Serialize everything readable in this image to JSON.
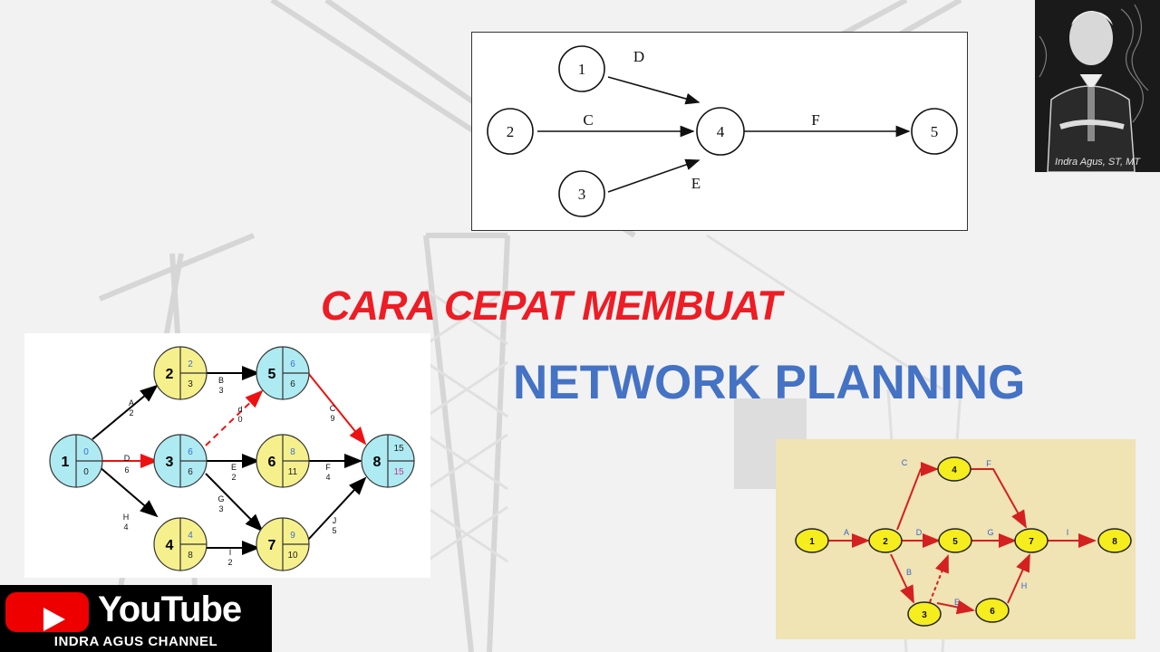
{
  "title_line1": "CARA CEPAT MEMBUAT",
  "title_line2": "NETWORK PLANNING",
  "channel": {
    "brand": "YouTube",
    "name": "INDRA AGUS CHANNEL"
  },
  "avatar_signature": "Indra Agus, ST, MT",
  "diagram_top": {
    "nodes": [
      "1",
      "2",
      "3",
      "4",
      "5"
    ],
    "edges": [
      "D",
      "C",
      "E",
      "F"
    ]
  },
  "diagram_left": {
    "nodes": [
      {
        "id": "1",
        "top": "0",
        "bottom": "0"
      },
      {
        "id": "2",
        "top": "2",
        "bottom": "3"
      },
      {
        "id": "3",
        "top": "6",
        "bottom": "6"
      },
      {
        "id": "4",
        "top": "4",
        "bottom": "8"
      },
      {
        "id": "5",
        "top": "6",
        "bottom": "6"
      },
      {
        "id": "6",
        "top": "8",
        "bottom": "11"
      },
      {
        "id": "7",
        "top": "9",
        "bottom": "10"
      },
      {
        "id": "8",
        "top": "15",
        "bottom": "15"
      }
    ],
    "edges": [
      {
        "name": "A",
        "duration": "2"
      },
      {
        "name": "B",
        "duration": "3"
      },
      {
        "name": "C",
        "duration": "9"
      },
      {
        "name": "D",
        "duration": "6"
      },
      {
        "name": "d",
        "duration": "0"
      },
      {
        "name": "E",
        "duration": "2"
      },
      {
        "name": "F",
        "duration": "4"
      },
      {
        "name": "G",
        "duration": "3"
      },
      {
        "name": "H",
        "duration": "4"
      },
      {
        "name": "I",
        "duration": "2"
      },
      {
        "name": "J",
        "duration": "5"
      }
    ]
  },
  "diagram_right": {
    "nodes": [
      "1",
      "2",
      "3",
      "4",
      "5",
      "6",
      "7",
      "8"
    ],
    "edges": [
      "A",
      "B",
      "C",
      "D",
      "E",
      "F",
      "G",
      "H",
      "I"
    ]
  }
}
